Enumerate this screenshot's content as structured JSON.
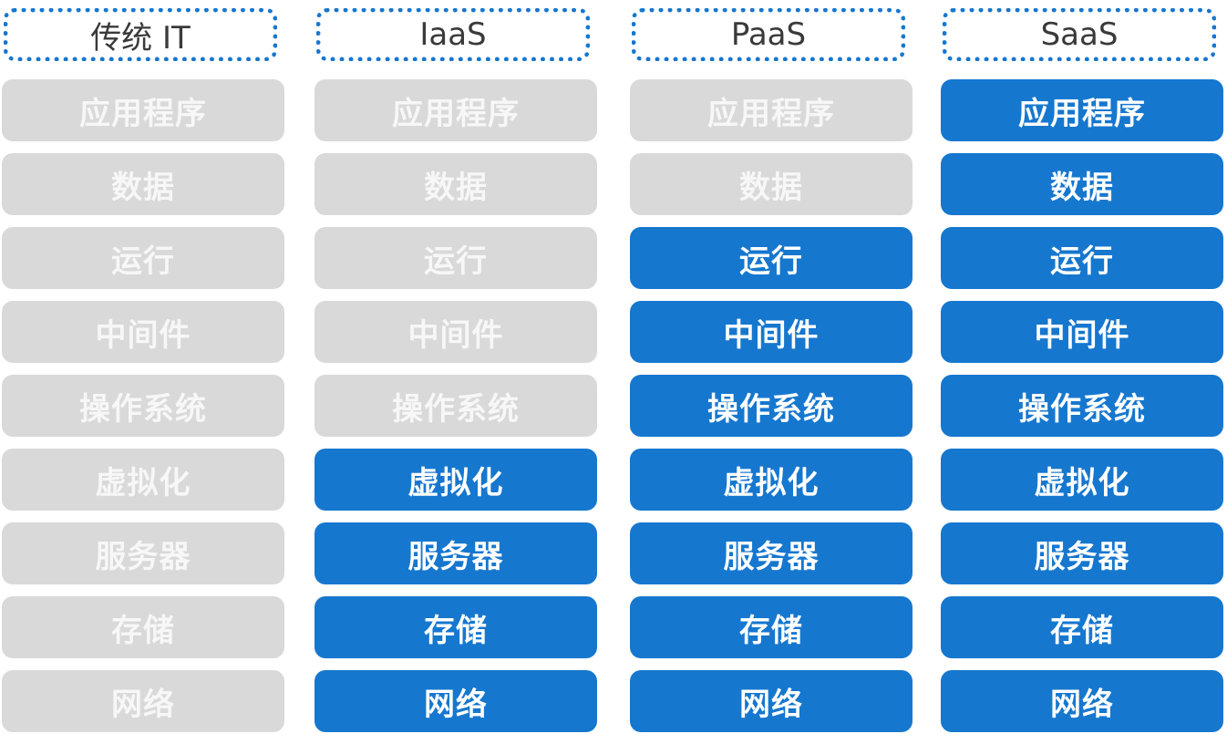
{
  "colors": {
    "managed": "#1677cf",
    "unmanaged": "#d9d9d9",
    "header_border": "#1677cf"
  },
  "columns": [
    {
      "header": "传统 IT",
      "layers": [
        {
          "label": "应用程序",
          "highlighted": false
        },
        {
          "label": "数据",
          "highlighted": false
        },
        {
          "label": "运行",
          "highlighted": false
        },
        {
          "label": "中间件",
          "highlighted": false
        },
        {
          "label": "操作系统",
          "highlighted": false
        },
        {
          "label": "虚拟化",
          "highlighted": false
        },
        {
          "label": "服务器",
          "highlighted": false
        },
        {
          "label": "存储",
          "highlighted": false
        },
        {
          "label": "网络",
          "highlighted": false
        }
      ]
    },
    {
      "header": "IaaS",
      "layers": [
        {
          "label": "应用程序",
          "highlighted": false
        },
        {
          "label": "数据",
          "highlighted": false
        },
        {
          "label": "运行",
          "highlighted": false
        },
        {
          "label": "中间件",
          "highlighted": false
        },
        {
          "label": "操作系统",
          "highlighted": false
        },
        {
          "label": "虚拟化",
          "highlighted": true
        },
        {
          "label": "服务器",
          "highlighted": true
        },
        {
          "label": "存储",
          "highlighted": true
        },
        {
          "label": "网络",
          "highlighted": true
        }
      ]
    },
    {
      "header": "PaaS",
      "layers": [
        {
          "label": "应用程序",
          "highlighted": false
        },
        {
          "label": "数据",
          "highlighted": false
        },
        {
          "label": "运行",
          "highlighted": true
        },
        {
          "label": "中间件",
          "highlighted": true
        },
        {
          "label": "操作系统",
          "highlighted": true
        },
        {
          "label": "虚拟化",
          "highlighted": true
        },
        {
          "label": "服务器",
          "highlighted": true
        },
        {
          "label": "存储",
          "highlighted": true
        },
        {
          "label": "网络",
          "highlighted": true
        }
      ]
    },
    {
      "header": "SaaS",
      "layers": [
        {
          "label": "应用程序",
          "highlighted": true
        },
        {
          "label": "数据",
          "highlighted": true
        },
        {
          "label": "运行",
          "highlighted": true
        },
        {
          "label": "中间件",
          "highlighted": true
        },
        {
          "label": "操作系统",
          "highlighted": true
        },
        {
          "label": "虚拟化",
          "highlighted": true
        },
        {
          "label": "服务器",
          "highlighted": true
        },
        {
          "label": "存储",
          "highlighted": true
        },
        {
          "label": "网络",
          "highlighted": true
        }
      ]
    }
  ]
}
